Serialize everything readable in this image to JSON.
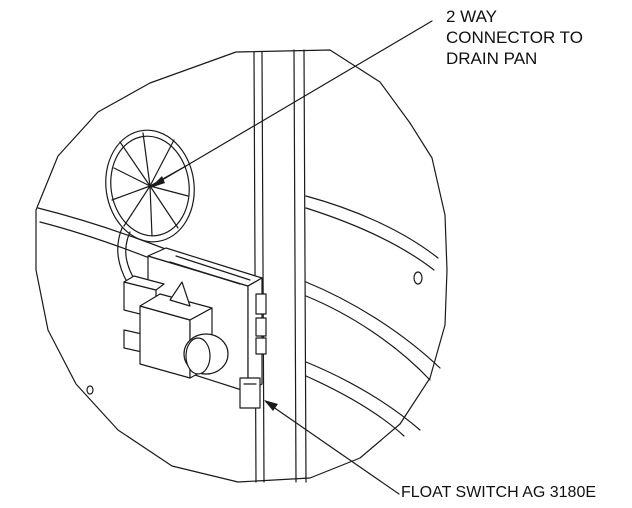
{
  "labels": {
    "connector_line1": "2 WAY",
    "connector_line2": "CONNECTOR TO",
    "connector_line3": "DRAIN PAN",
    "float_switch": "FLOAT SWITCH AG 3180E"
  }
}
